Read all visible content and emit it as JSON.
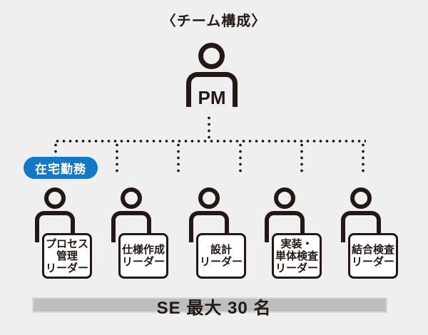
{
  "title": "〈チーム構成〉",
  "pm": {
    "label": "PM"
  },
  "badge": {
    "label": "在宅勤務"
  },
  "leaders": [
    {
      "lines": [
        "プロセス",
        "管理",
        "リーダー"
      ]
    },
    {
      "lines": [
        "仕様作成",
        "リーダー"
      ]
    },
    {
      "lines": [
        "設計",
        "リーダー"
      ]
    },
    {
      "lines": [
        "実装・",
        "単体検査",
        "リーダー"
      ]
    },
    {
      "lines": [
        "結合検査",
        "リーダー"
      ]
    }
  ],
  "footer": {
    "label": "SE 最大 30 名"
  },
  "colors": {
    "background": "#efefef",
    "ink": "#231815",
    "badge_blue": "#1578c5",
    "bar_gray": "#bebebe"
  }
}
